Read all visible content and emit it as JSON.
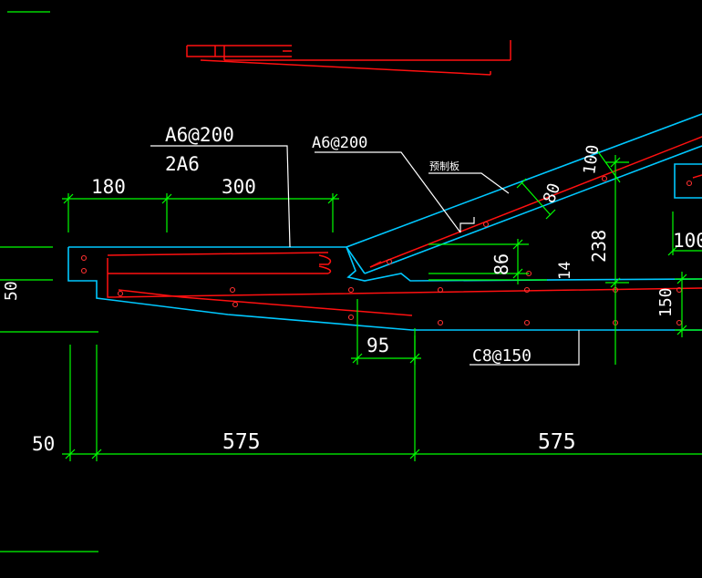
{
  "drawing": {
    "colors": {
      "background": "#000000",
      "dimension": "#00ff00",
      "outline": "#00c8ff",
      "rebar": "#ff1010",
      "leader": "#ffffff"
    },
    "labels": {
      "rebar_top_left": "A6@200",
      "rebar_two": "2A6",
      "rebar_slab": "A6@200",
      "precast_slab": "预制板",
      "rebar_bottom": "C8@150"
    },
    "dimensions": {
      "d180": "180",
      "d300": "300",
      "d50": "50",
      "d575_left": "575",
      "d575_right": "575",
      "d95": "95",
      "d86": "86",
      "d14": "14",
      "d80": "80",
      "d100_slope": "100",
      "d238": "238",
      "d100_right": "100",
      "d150": "150",
      "d50_left_cut": "50"
    }
  }
}
